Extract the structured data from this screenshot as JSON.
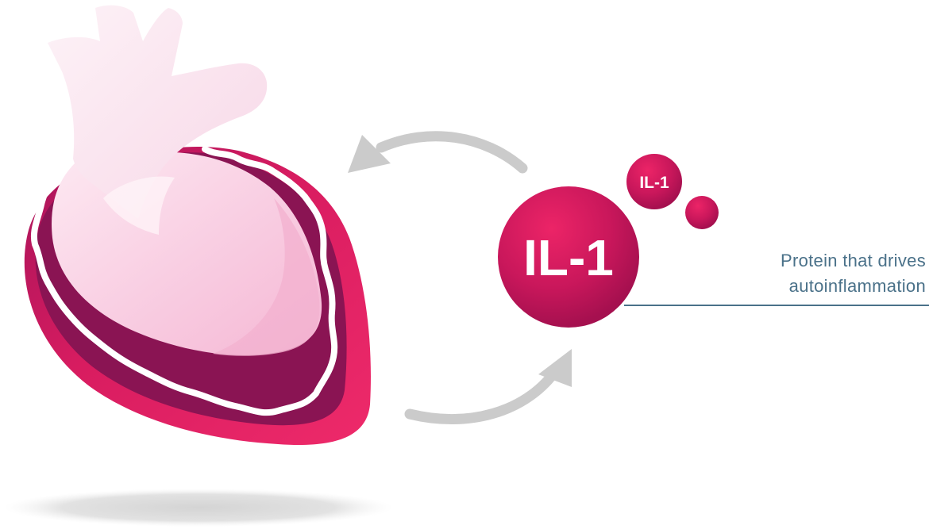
{
  "molecule": {
    "large_label": "IL-1",
    "small_label": "IL-1"
  },
  "description": {
    "line1": "Protein that drives",
    "line2": "autoinflammation"
  },
  "colors": {
    "crimson": "#c4185a",
    "magenta": "#e61f63",
    "plum": "#8a1453",
    "heart_pink": "#f7c3dd",
    "arrow_gray": "#cbcbcb",
    "caption_blue": "#4a7189"
  },
  "icons": {
    "heart": "heart-illustration",
    "cycle_arrows": "circular-arrows"
  }
}
